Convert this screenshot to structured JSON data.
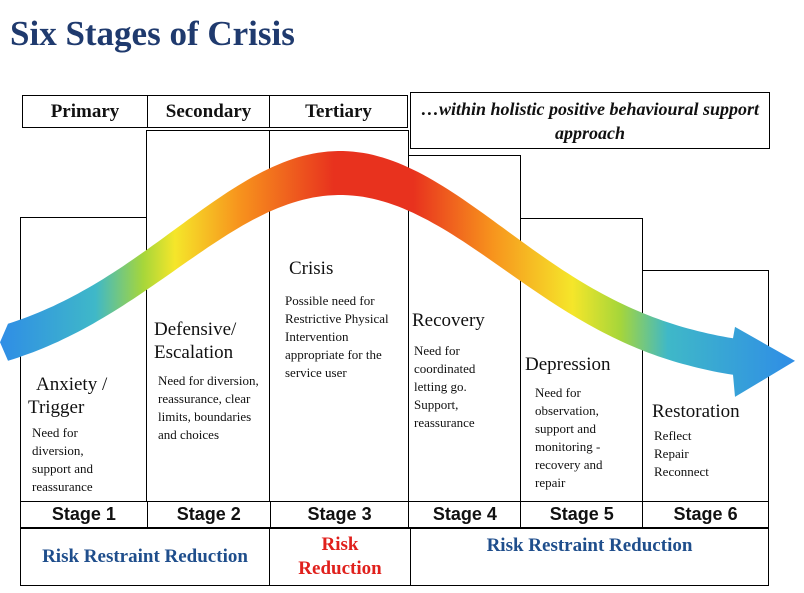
{
  "title": "Six Stages of Crisis",
  "prevention_headers": [
    "Primary",
    "Secondary",
    "Tertiary"
  ],
  "approach_note": "…within holistic positive behavioural support approach",
  "stages": [
    {
      "label": "Stage 1",
      "name_lines": [
        "Anxiety /",
        "Trigger"
      ],
      "description": "Need for diversion, support and reassurance"
    },
    {
      "label": "Stage 2",
      "name_lines": [
        "Defensive/",
        "Escalation"
      ],
      "description": "Need for diversion, reassurance, clear limits, boundaries and choices"
    },
    {
      "label": "Stage 3",
      "name_lines": [
        "Crisis"
      ],
      "description": "Possible need for Restrictive Physical Intervention appropriate for the service user"
    },
    {
      "label": "Stage 4",
      "name_lines": [
        "Recovery"
      ],
      "description": "Need for coordinated letting go. Support, reassurance"
    },
    {
      "label": "Stage 5",
      "name_lines": [
        "Depression"
      ],
      "description": "Need for observation, support and monitoring - recovery and repair"
    },
    {
      "label": "Stage 6",
      "name_lines": [
        "Restoration"
      ],
      "description": "Reflect Repair Reconnect"
    }
  ],
  "bottom_labels": {
    "left": "Risk Restraint Reduction",
    "middle_lines": [
      "Risk",
      "Reduction"
    ],
    "right": "Risk Restraint Reduction"
  },
  "colors": {
    "title": "#1f3a6e",
    "risk_restraint": "#1f4e8c",
    "risk_reduction": "#e0201c",
    "arrow_blue": "#2f8de6",
    "arrow_green": "#a6d63a",
    "arrow_yellow": "#f5e62a",
    "arrow_orange": "#f7941d",
    "arrow_red": "#e8321e"
  }
}
